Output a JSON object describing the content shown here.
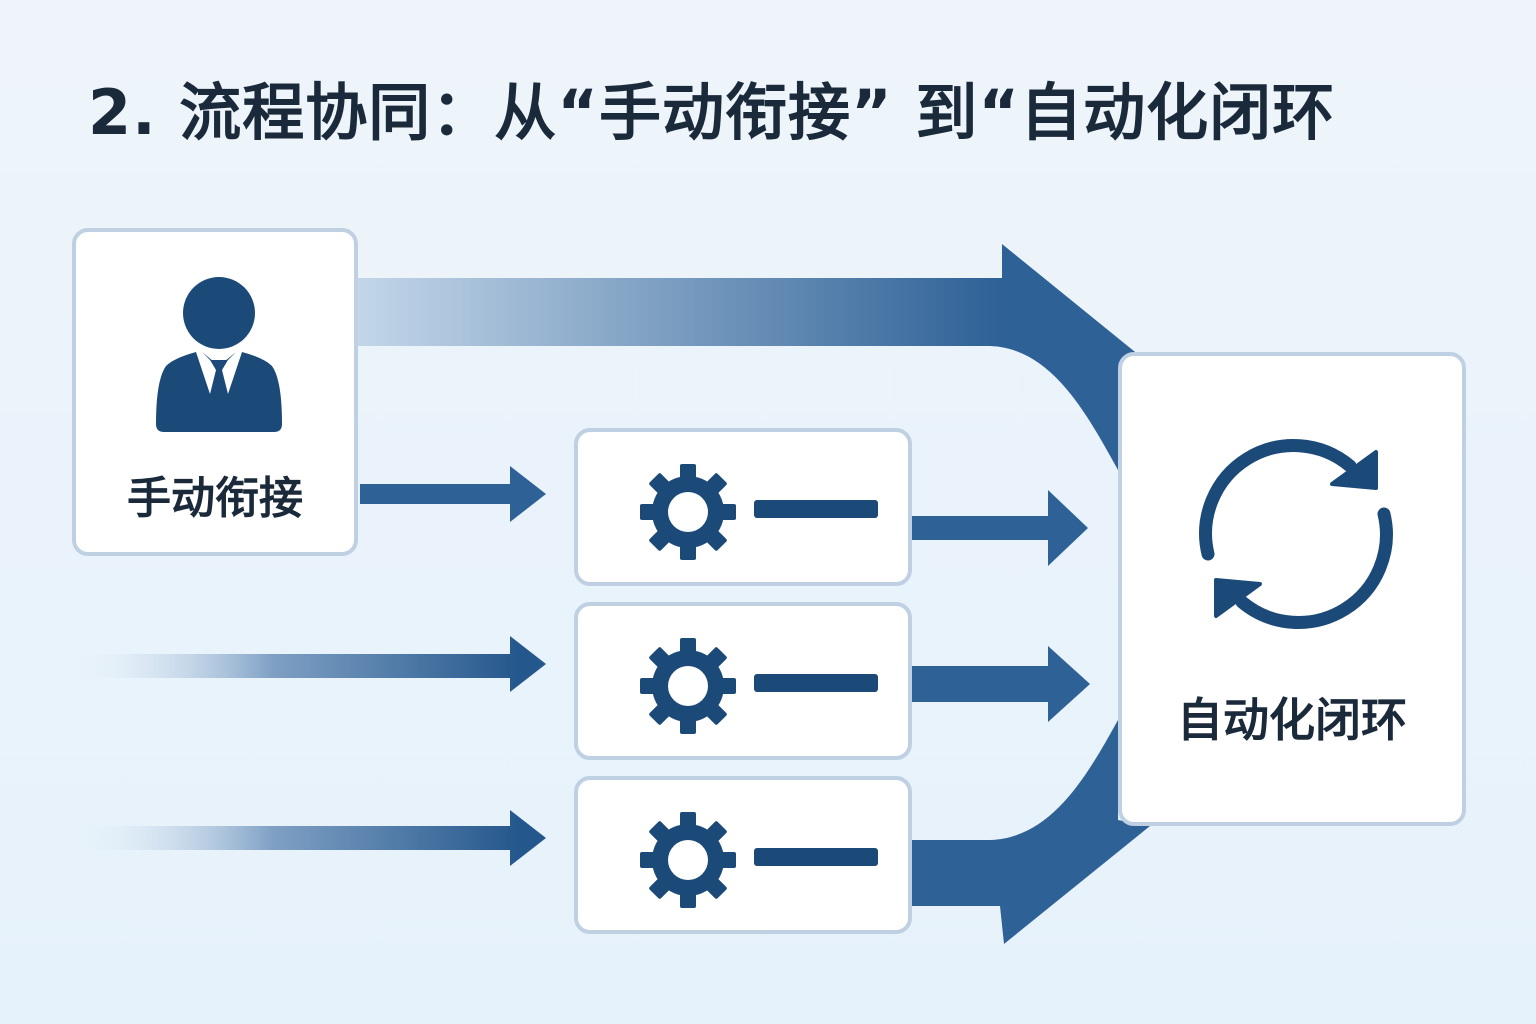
{
  "title": "2. 流程协同：从“手动衔接” 到“自动化闭环",
  "manual": {
    "label": "手动衔接",
    "icon": "person-icon"
  },
  "automation": {
    "label": "自动化闭环",
    "icon": "refresh-cycle-icon"
  },
  "steps": [
    {
      "icon": "gear-icon",
      "connector": "line"
    },
    {
      "icon": "gear-icon",
      "connector": "line"
    },
    {
      "icon": "gear-icon",
      "connector": "line"
    }
  ],
  "colors": {
    "primary": "#1c4a78",
    "arrow": "#2e6196",
    "arrow_light": "#bed2e6",
    "card_border": "#bfd0e2",
    "background": "#eaf3fa",
    "text": "#1b2a3a"
  }
}
